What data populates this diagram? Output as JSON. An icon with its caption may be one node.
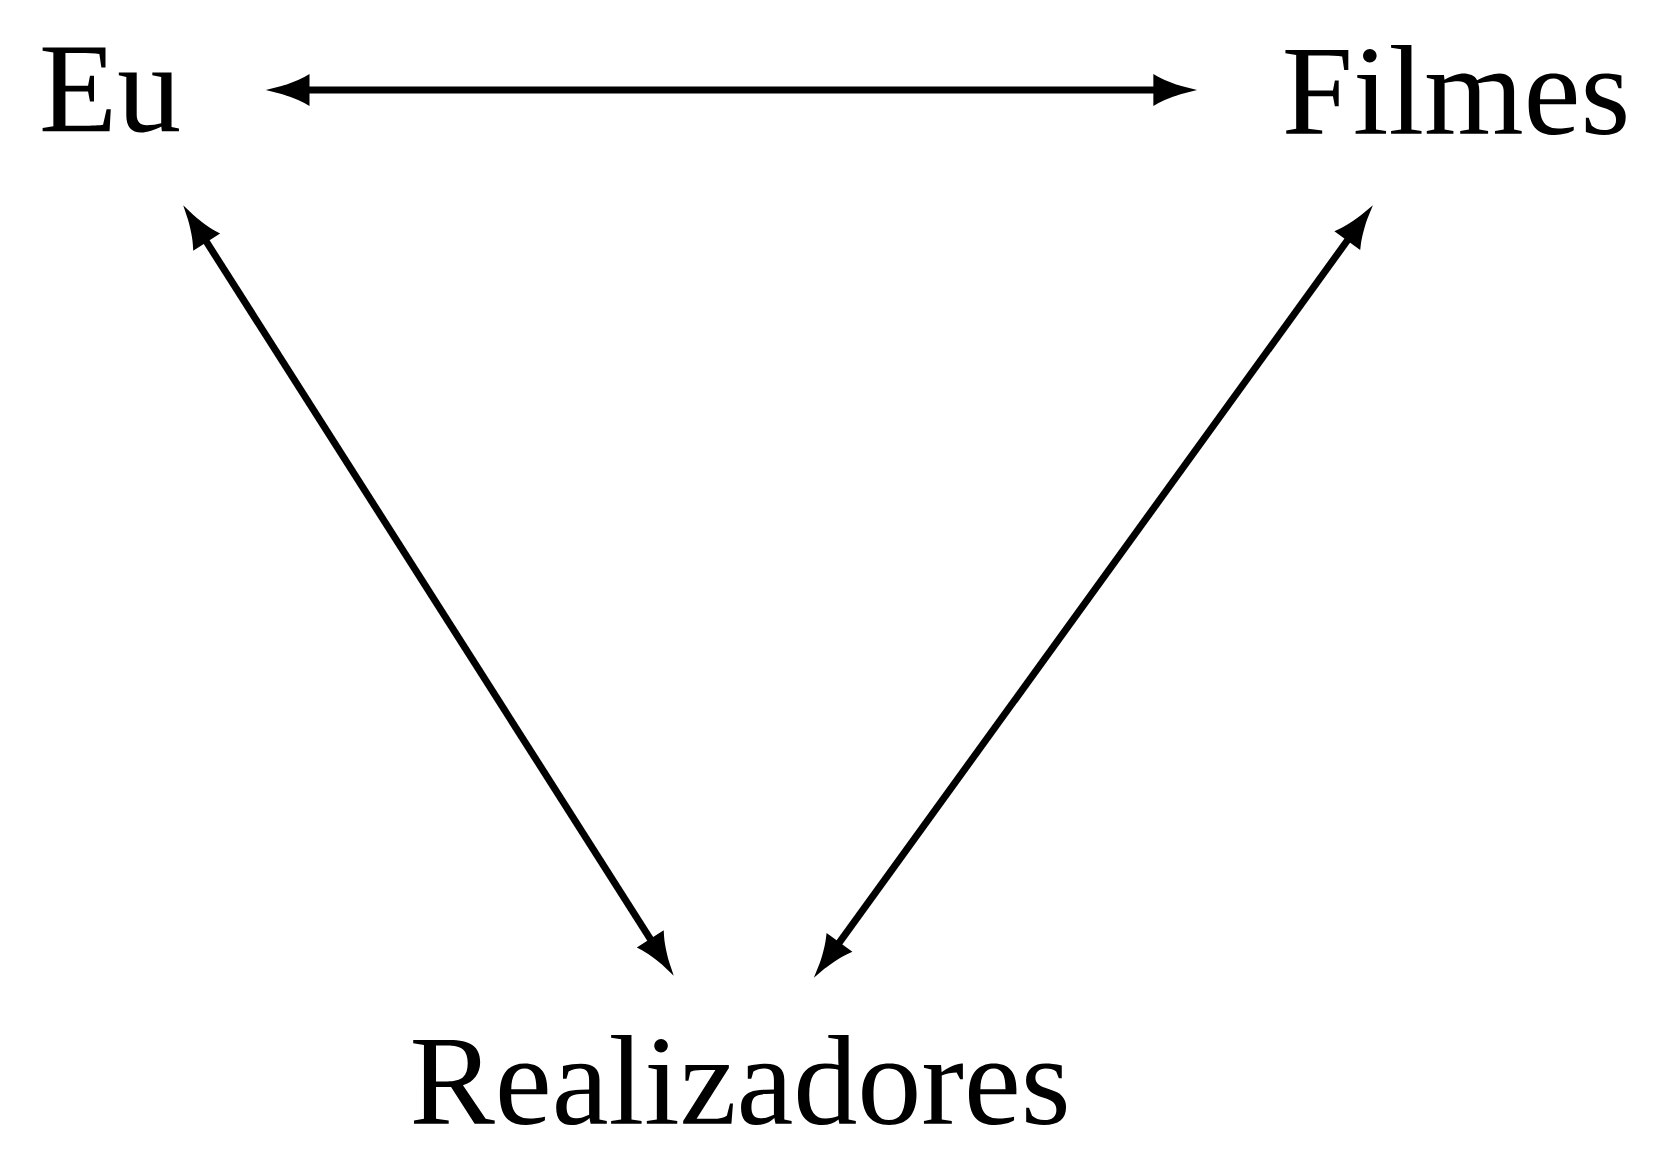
{
  "diagram": {
    "nodes": [
      {
        "text": [
          "Eu"
        ]
      },
      {
        "text": [
          "Filmes"
        ]
      },
      {
        "text": [
          "Realizadores"
        ]
      }
    ],
    "edges": [
      {
        "from": 0,
        "to": 1,
        "arrow": "both"
      },
      {
        "from": 0,
        "to": 2,
        "arrow": "both"
      },
      {
        "from": 1,
        "to": 2,
        "arrow": "both"
      }
    ]
  }
}
